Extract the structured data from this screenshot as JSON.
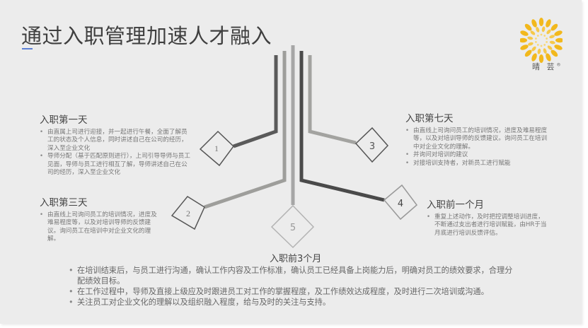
{
  "slide": {
    "title": "通过入职管理加速人才融入",
    "accent_color": "#5b7fd4",
    "background": "#ececec"
  },
  "logo": {
    "icon": "sunflower-logo-icon",
    "text": "晴 芸",
    "registered_mark": "®",
    "color": "#f2b81c"
  },
  "diagram": {
    "nodes": [
      {
        "id": 1,
        "label": "1",
        "line_color": "#555555"
      },
      {
        "id": 2,
        "label": "2",
        "line_color": "#a8a8a6"
      },
      {
        "id": 3,
        "label": "3",
        "line_color": "#8a8a88"
      },
      {
        "id": 4,
        "label": "4",
        "line_color": "#4a4a4a"
      },
      {
        "id": 5,
        "label": "5",
        "line_color": "#a5a5a5"
      }
    ]
  },
  "sections": {
    "day1": {
      "title": "入职第一天",
      "bullets": [
        "由直属上司进行迎接，并一起进行午餐，全面了解员工的状态及个人信息，同时讲述自己在公司的经历，深入至企业文化",
        "导师分配（基于匹配原则进行），上司引导导师与员工见面，导师与员工进行相互了解，导师讲述自己在公司的经历，深入至企业文化"
      ]
    },
    "day3": {
      "title": "入职第三天",
      "bullets": [
        "由直线上司询问员工的培训情况，进度及难易程度等，以及对培训导师的反馈建议。询问员工在培训中对企业文化的理解。"
      ]
    },
    "day7": {
      "title": "入职第七天",
      "bullets": [
        "由直线上司询问员工的培训情况，进度及难易程度等，以及对培训导师的反馈建议。询问员工在培训中对企业文化的理解。",
        "并询问对培训的建议",
        "对接培训支持者，对新员工进行赋能"
      ]
    },
    "month1": {
      "title": "入职前一个月",
      "bullets": [
        "重复上述动作，及时把控调整培训进度，不断通过支出者进行培训赋能，由HR于当月底进行培训反馈评估。"
      ]
    },
    "month3": {
      "title": "入职前3个月",
      "bullets": [
        "在培训结束后，与员工进行沟通，确认工作内容及工作标准，确认员工已经具备上岗能力后，明确对员工的绩效要求，合理分配绩效目标。",
        "在工作过程中，导师及直接上级应及时跟进员工对工作的掌握程度，及工作绩效达成程度，及时进行二次培训或沟通。",
        "关注员工对企业文化的理解以及组织融入程度，给与及时的关注与支持。"
      ]
    }
  }
}
